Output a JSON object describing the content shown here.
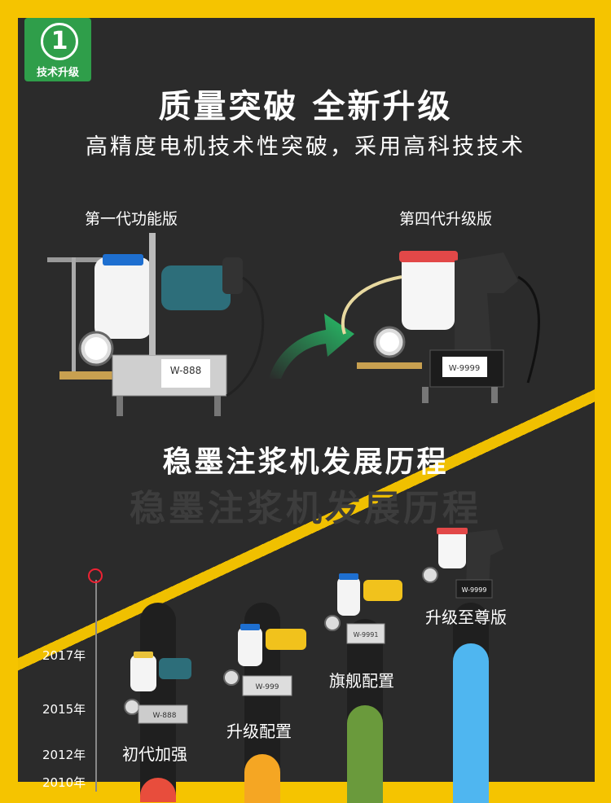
{
  "badge": {
    "number": "1",
    "label": "技术升级"
  },
  "header": {
    "title": "质量突破  全新升级",
    "subtitle": "高精度电机技术性突破，采用高科技技术"
  },
  "comparison": {
    "left_label": "第一代功能版",
    "right_label": "第四代升级版",
    "left_model": "W-888",
    "right_model": "W-9999"
  },
  "history": {
    "title": "稳墨注浆机发展历程",
    "title_shadow": "稳墨注浆机发展历程",
    "years": [
      "2017年",
      "2015年",
      "2012年",
      "2010年"
    ],
    "stages": [
      {
        "label": "初代加强",
        "color": "#e84d3c",
        "model": "W-888"
      },
      {
        "label": "升级配置",
        "color": "#f5a623",
        "model": "W-999"
      },
      {
        "label": "旗舰配置",
        "color": "#6a9a3c",
        "model": "W-9991"
      },
      {
        "label": "升级至尊版",
        "color": "#4fb6f0",
        "model": "W-9999"
      }
    ]
  },
  "colors": {
    "background": "#f5c400",
    "panel": "#2b2b2b",
    "badge": "#2f9e4a"
  }
}
